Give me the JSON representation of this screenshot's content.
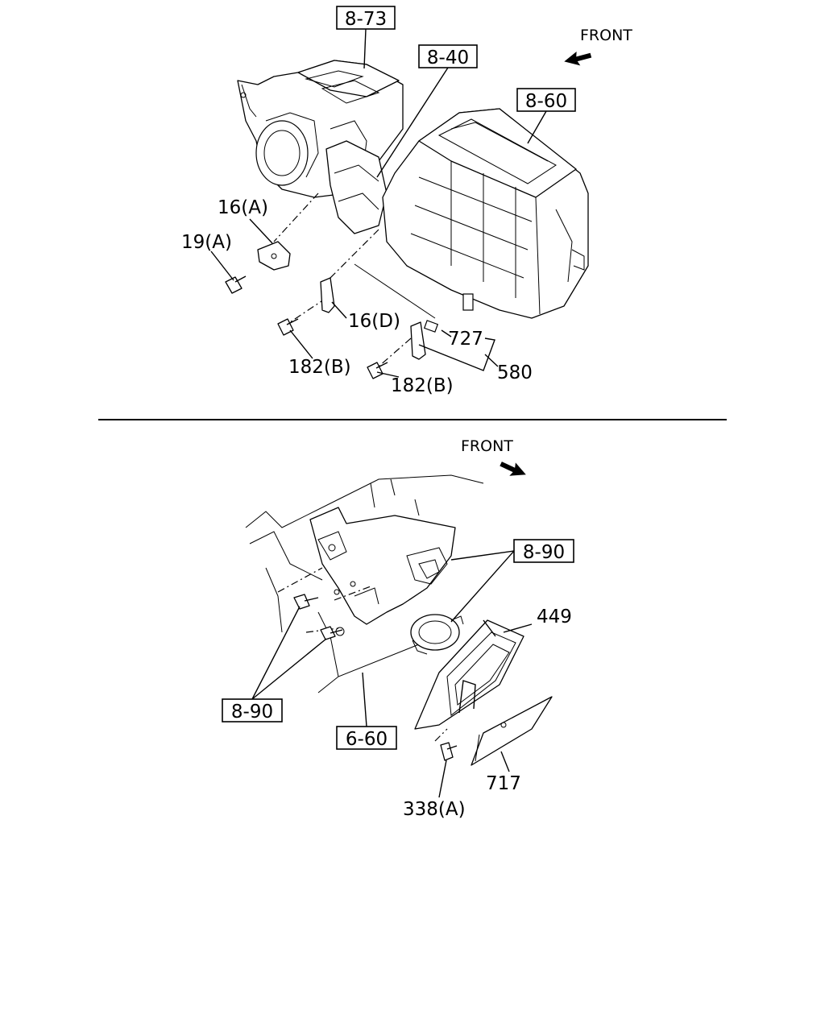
{
  "upper_view": {
    "front_label": "FRONT",
    "refs": {
      "r8_73": "8-73",
      "r8_40": "8-40",
      "r8_60": "8-60"
    },
    "callouts": {
      "c16a": "16(A)",
      "c19a": "19(A)",
      "c16d": "16(D)",
      "c182b_1": "182(B)",
      "c182b_2": "182(B)",
      "c727": "727",
      "c580": "580"
    }
  },
  "lower_view": {
    "front_label": "FRONT",
    "refs": {
      "r8_90_a": "8-90",
      "r8_90_b": "8-90",
      "r6_60": "6-60"
    },
    "callouts": {
      "c449": "449",
      "c717": "717",
      "c338a": "338(A)"
    }
  }
}
